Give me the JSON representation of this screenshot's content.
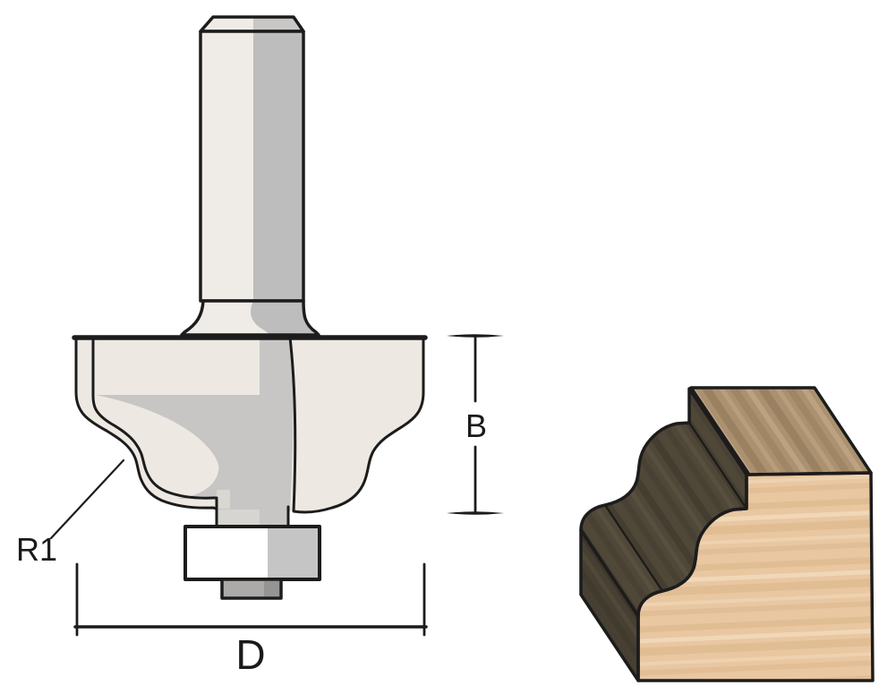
{
  "labels": {
    "height": "B",
    "diameter": "D",
    "radius": "R1"
  },
  "colors": {
    "background": "#FFFFFF",
    "outline": "#1C1C1C",
    "bit_dark": "#363434",
    "bit_cream": "#EDE8E2",
    "bit_gray": "#C7C6C5",
    "shank_light": "#EFEBE6",
    "shank_gray": "#BEBDBD",
    "chamfer_gray": "#C8C7C6",
    "neck_light": "#D7D5D1",
    "cutter_tip_light": "#DAD7D3",
    "bearing_white": "#FFFFFF",
    "bearing_gray": "#C6C5C5",
    "nut_gray": "#ABAAA9",
    "nut_gray_dark": "#959493",
    "wood_front": "#E8C7A1",
    "wood_top": "#AC9170",
    "wood_molded": "#4F4738",
    "wood_side": "#474032"
  }
}
